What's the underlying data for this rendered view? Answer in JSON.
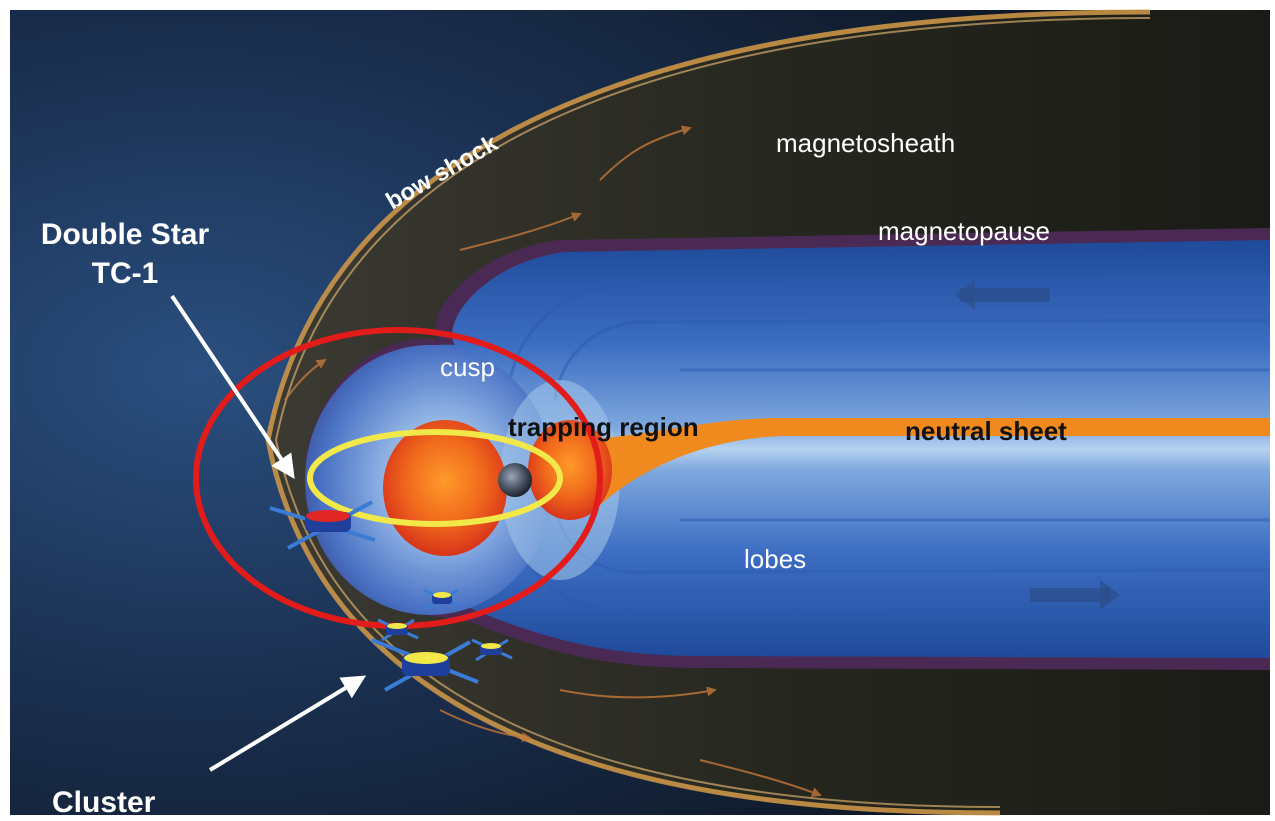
{
  "labels": {
    "bow_shock": "bow shock",
    "magnetosheath": "magnetosheath",
    "magnetopause": "magnetopause",
    "cusp": "cusp",
    "trapping_region": "trapping region",
    "neutral_sheet": "neutral sheet",
    "lobes": "lobes",
    "double_star_line1": "Double Star",
    "double_star_line2": "TC-1",
    "cluster": "Cluster"
  },
  "colors": {
    "space_dark": "#0d1420",
    "space_blue": "#1f3d66",
    "magnetosheath_glow": "#c98a3a",
    "magnetosphere_blue": "#3a66b8",
    "magnetosphere_light": "#9fc3ea",
    "magnetopause_edge": "#5a2a5a",
    "neutral_sheet": "#f08a1e",
    "trapping_red": "#e23a1a",
    "orbit_red": "#e21b1b",
    "orbit_yellow": "#f2e84a",
    "label_white": "#ffffff",
    "label_black": "#111111"
  }
}
